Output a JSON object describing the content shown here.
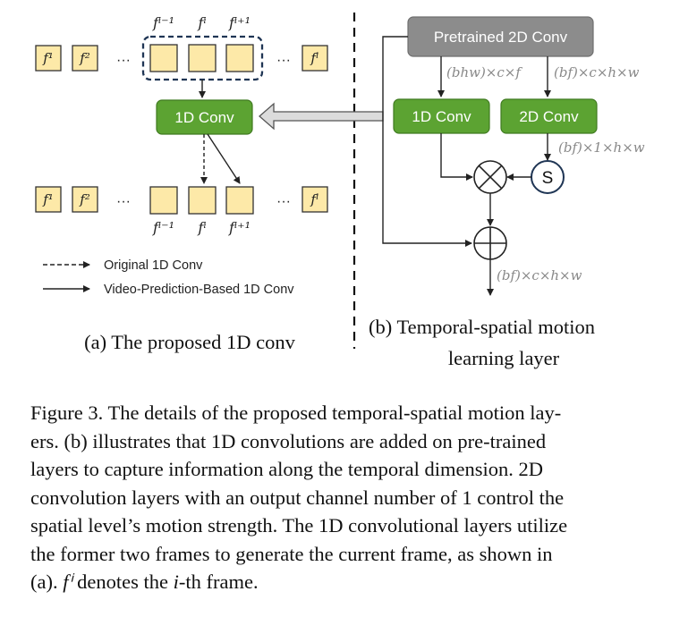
{
  "panel_a": {
    "frames_top": [
      "f¹",
      "f²",
      "···",
      "···",
      "fˡ"
    ],
    "frames_top_labels": [
      "fⁱ⁻¹",
      "fⁱ",
      "fⁱ⁺¹"
    ],
    "frames_bottom": [
      "f¹",
      "f²",
      "···",
      "···",
      "fˡ"
    ],
    "frames_bottom_labels": [
      "fⁱ⁻¹",
      "fⁱ",
      "fⁱ⁺¹"
    ],
    "conv_label": "1D Conv",
    "legend": {
      "dashed": "Original 1D Conv",
      "solid": "Video-Prediction-Based 1D Conv"
    },
    "caption": "(a) The proposed 1D conv"
  },
  "panel_b": {
    "pretrained_label": "Pretrained 2D Conv",
    "conv1d_label": "1D Conv",
    "conv2d_label": "2D Conv",
    "sigmoid_label": "S",
    "dim_left": "(bhw)×c×f",
    "dim_right": "(bf)×c×h×w",
    "dim_sig": "(bf)×1×h×w",
    "dim_out": "(bf)×c×h×w",
    "caption_line1": "(b) Temporal-spatial motion",
    "caption_line2": "learning layer"
  },
  "figure_caption": {
    "line1": "Figure 3. The details of the proposed temporal-spatial motion lay-",
    "line2": "ers.  (b) illustrates that 1D convolutions are added on pre-trained",
    "line3": "layers to capture information along the temporal dimension.  2D",
    "line4": "convolution layers with an output channel number of 1 control the",
    "line5": "spatial level’s motion strength. The 1D convolutional layers utilize",
    "line6": "the former two frames to generate the current frame, as shown in",
    "line7_a": "(a). ",
    "line7_f": "fⁱ",
    "line7_b": " denotes the ",
    "line7_i": "i",
    "line7_c": "-th frame."
  },
  "colors": {
    "frame_fill": "#fde9a8",
    "green": "#5ca332",
    "gray_box": "#8c8c8c",
    "label_gray": "#888888"
  }
}
